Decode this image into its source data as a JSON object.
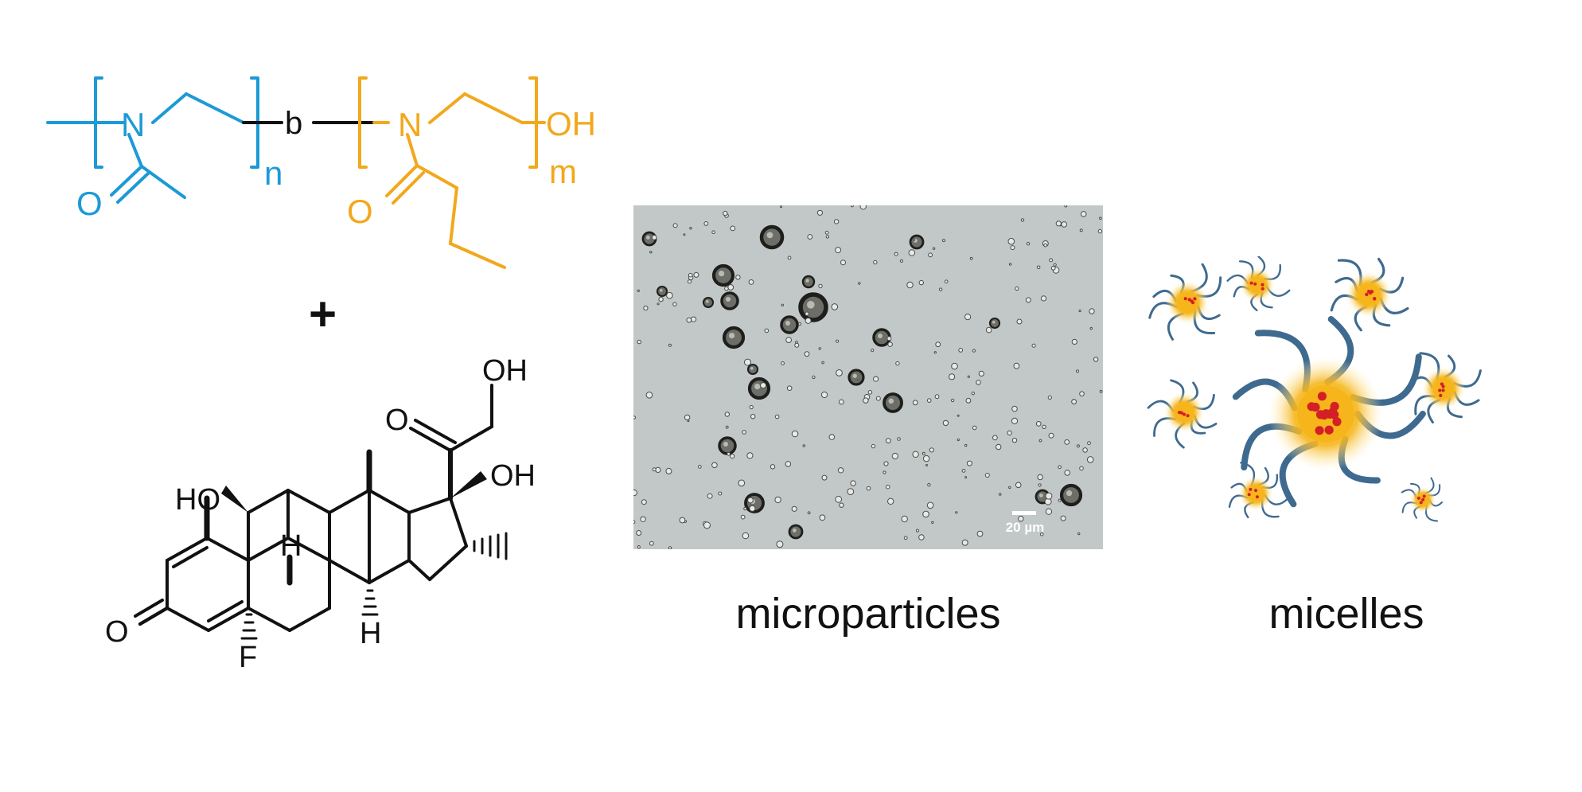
{
  "colors": {
    "block_a": "#1c9ad6",
    "block_b": "#f2a81d",
    "black": "#111111",
    "micrograph_bg": "#c2c8c8",
    "micelle_core": "#f6b51b",
    "micelle_drug": "#d41f26",
    "micelle_arm": "#3f6a8f"
  },
  "polymer": {
    "block_a": {
      "nitrogen": "N",
      "oxygen": "O",
      "repeat": "n"
    },
    "linker": "b",
    "block_b": {
      "nitrogen": "N",
      "oxygen": "O",
      "repeat": "m",
      "end_group": "OH"
    }
  },
  "plus_sign": "+",
  "drug": {
    "oh_top": "OH",
    "o_ketone": "O",
    "oh_17": "OH",
    "ho_11": "HO",
    "h_8": "H",
    "h_14": "H",
    "f_9": "F",
    "o_3": "O"
  },
  "micrograph": {
    "scale_bar_label": "20 µm",
    "caption": "microparticles"
  },
  "micelles": {
    "caption": "micelles"
  }
}
